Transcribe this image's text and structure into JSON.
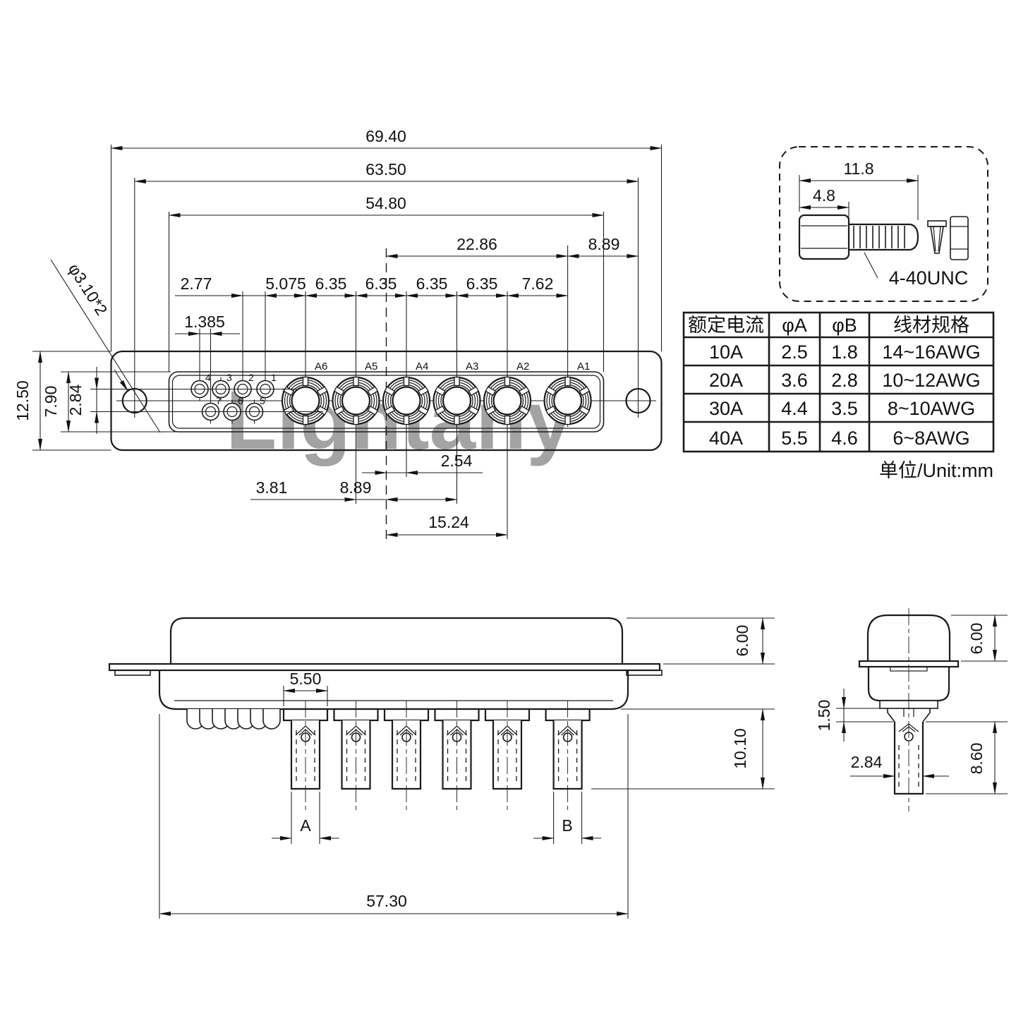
{
  "watermark": {
    "text": "Lightany",
    "color": "#e57373"
  },
  "front_view": {
    "horizontal_dims": {
      "overall_width": "69.40",
      "mount_hole_span": "63.50",
      "insert_width": "54.80",
      "center_to_a1": "22.86",
      "a1_to_hole": "8.89"
    },
    "pitch_dims": [
      "2.77",
      "5.075",
      "6.35",
      "6.35",
      "6.35",
      "6.35",
      "7.62"
    ],
    "small_pitch": "1.385",
    "vertical_dims": {
      "height": "12.50",
      "insert_height": "7.90",
      "row_offset": "2.84"
    },
    "bottom_dims": {
      "a5_to_center": "3.81",
      "center_to_a4": "2.54",
      "center_to_a3": "8.89",
      "center_to_a2": "15.24"
    },
    "mount_hole_label": "φ3.10*2",
    "big_pins": [
      "A6",
      "A5",
      "A4",
      "A3",
      "A2",
      "A1"
    ],
    "small_pins_top": [
      "4",
      "3",
      "2",
      "1"
    ],
    "small_pins_bottom": [
      "7",
      "6",
      "5"
    ]
  },
  "screw_detail": {
    "length_total": "11.8",
    "head_length": "4.8",
    "thread_label": "4-40UNC"
  },
  "spec_table": {
    "headers": [
      "额定电流",
      "φA",
      "φB",
      "线材规格"
    ],
    "rows": [
      [
        "10A",
        "2.5",
        "1.8",
        "14~16AWG"
      ],
      [
        "20A",
        "3.6",
        "2.8",
        "10~12AWG"
      ],
      [
        "30A",
        "4.4",
        "3.5",
        "8~10AWG"
      ],
      [
        "40A",
        "5.5",
        "4.6",
        "6~8AWG"
      ]
    ],
    "unit_note": "单位/Unit:mm"
  },
  "side_view": {
    "block_width": "5.50",
    "shell_height": "6.00",
    "tail_length": "10.10",
    "body_width": "57.30",
    "dim_a": "A",
    "dim_b": "B"
  },
  "end_view": {
    "shell_height": "6.00",
    "neck": "1.50",
    "barrel_length": "8.60",
    "barrel_width": "2.84"
  }
}
